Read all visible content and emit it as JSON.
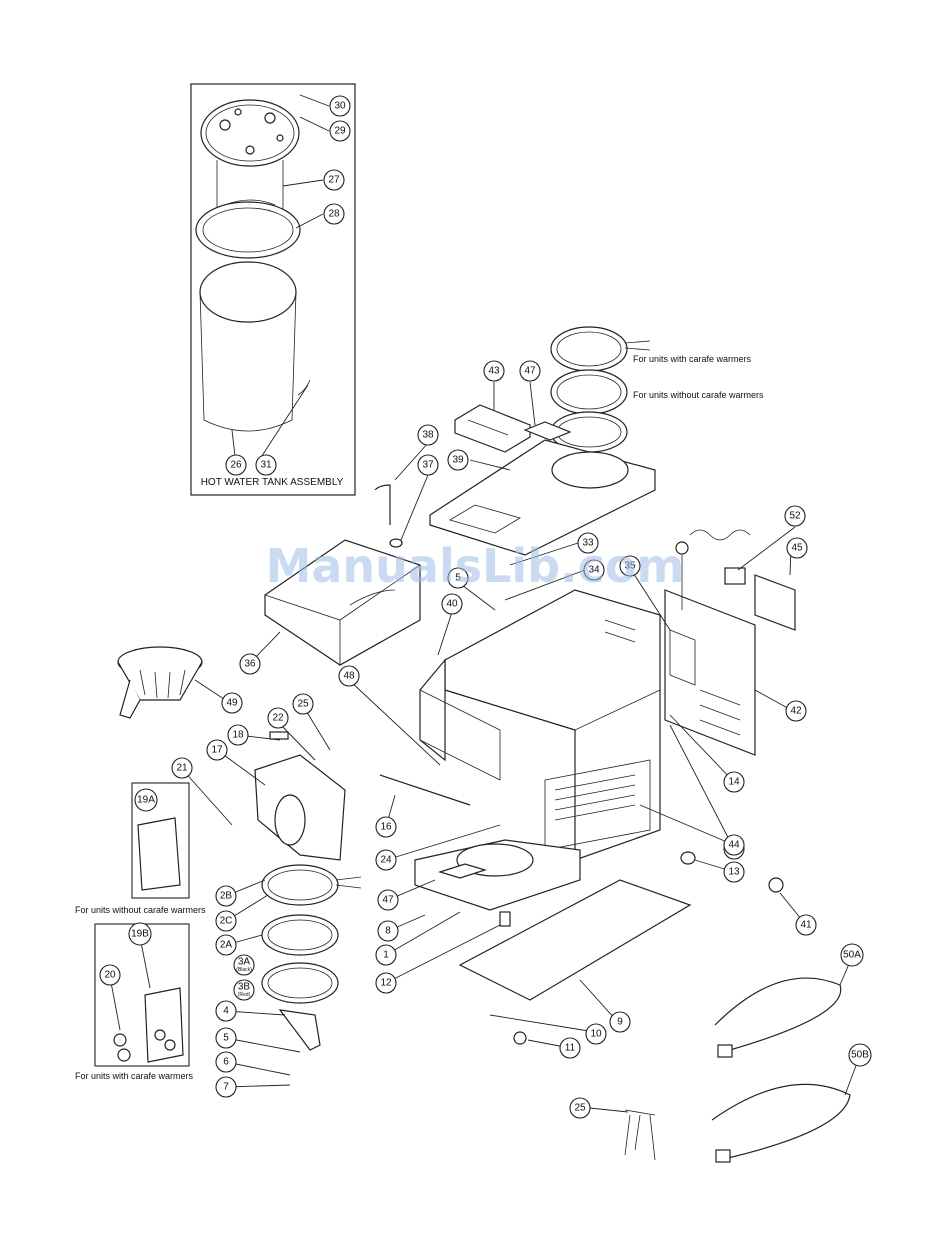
{
  "watermark": "ManualsLib.com",
  "hot_water_tank": {
    "title": "HOT WATER TANK ASSEMBLY"
  },
  "notes": {
    "with_warmers_top": "For units with carafe warmers",
    "without_warmers_top": "For units without carafe warmers",
    "without_warmers_left": "For units without carafe warmers",
    "with_warmers_left": "For units with carafe warmers"
  },
  "callouts": [
    {
      "id": "c30",
      "label": "30"
    },
    {
      "id": "c29",
      "label": "29"
    },
    {
      "id": "c27",
      "label": "27"
    },
    {
      "id": "c28",
      "label": "28"
    },
    {
      "id": "c26",
      "label": "26"
    },
    {
      "id": "c31",
      "label": "31"
    },
    {
      "id": "c43",
      "label": "43"
    },
    {
      "id": "c47a",
      "label": "47"
    },
    {
      "id": "c38",
      "label": "38"
    },
    {
      "id": "c37",
      "label": "37"
    },
    {
      "id": "c39",
      "label": "39"
    },
    {
      "id": "c33",
      "label": "33"
    },
    {
      "id": "c34",
      "label": "34"
    },
    {
      "id": "c35",
      "label": "35"
    },
    {
      "id": "c52",
      "label": "52"
    },
    {
      "id": "c45",
      "label": "45"
    },
    {
      "id": "c5",
      "label": "5"
    },
    {
      "id": "c40",
      "label": "40"
    },
    {
      "id": "c36",
      "label": "36"
    },
    {
      "id": "c49",
      "label": "49"
    },
    {
      "id": "c48",
      "label": "48"
    },
    {
      "id": "c42",
      "label": "42"
    },
    {
      "id": "c25a",
      "label": "25"
    },
    {
      "id": "c22",
      "label": "22"
    },
    {
      "id": "c18",
      "label": "18"
    },
    {
      "id": "c17",
      "label": "17"
    },
    {
      "id": "c21",
      "label": "21"
    },
    {
      "id": "c19a",
      "label": "19A"
    },
    {
      "id": "c14",
      "label": "14"
    },
    {
      "id": "c15",
      "label": "15"
    },
    {
      "id": "c16",
      "label": "16"
    },
    {
      "id": "c24",
      "label": "24"
    },
    {
      "id": "c44",
      "label": "44"
    },
    {
      "id": "c13",
      "label": "13"
    },
    {
      "id": "c2b",
      "label": "2B"
    },
    {
      "id": "c2c",
      "label": "2C"
    },
    {
      "id": "c47b",
      "label": "47"
    },
    {
      "id": "c8",
      "label": "8"
    },
    {
      "id": "c41",
      "label": "41"
    },
    {
      "id": "c2a",
      "label": "2A"
    },
    {
      "id": "c1",
      "label": "1"
    },
    {
      "id": "c12",
      "label": "12"
    },
    {
      "id": "c19b",
      "label": "19B"
    },
    {
      "id": "c20",
      "label": "20"
    },
    {
      "id": "c50a",
      "label": "50A"
    },
    {
      "id": "c4",
      "label": "4"
    },
    {
      "id": "c9",
      "label": "9"
    },
    {
      "id": "c10",
      "label": "10"
    },
    {
      "id": "c5b",
      "label": "5"
    },
    {
      "id": "c11",
      "label": "11"
    },
    {
      "id": "c6",
      "label": "6"
    },
    {
      "id": "c50b",
      "label": "50B"
    },
    {
      "id": "c7",
      "label": "7"
    },
    {
      "id": "c25b",
      "label": "25"
    }
  ],
  "callouts_split": [
    {
      "id": "c3a",
      "label": "3A",
      "sub": "(Black)"
    },
    {
      "id": "c3b",
      "label": "3B",
      "sub": "(Red)"
    }
  ]
}
